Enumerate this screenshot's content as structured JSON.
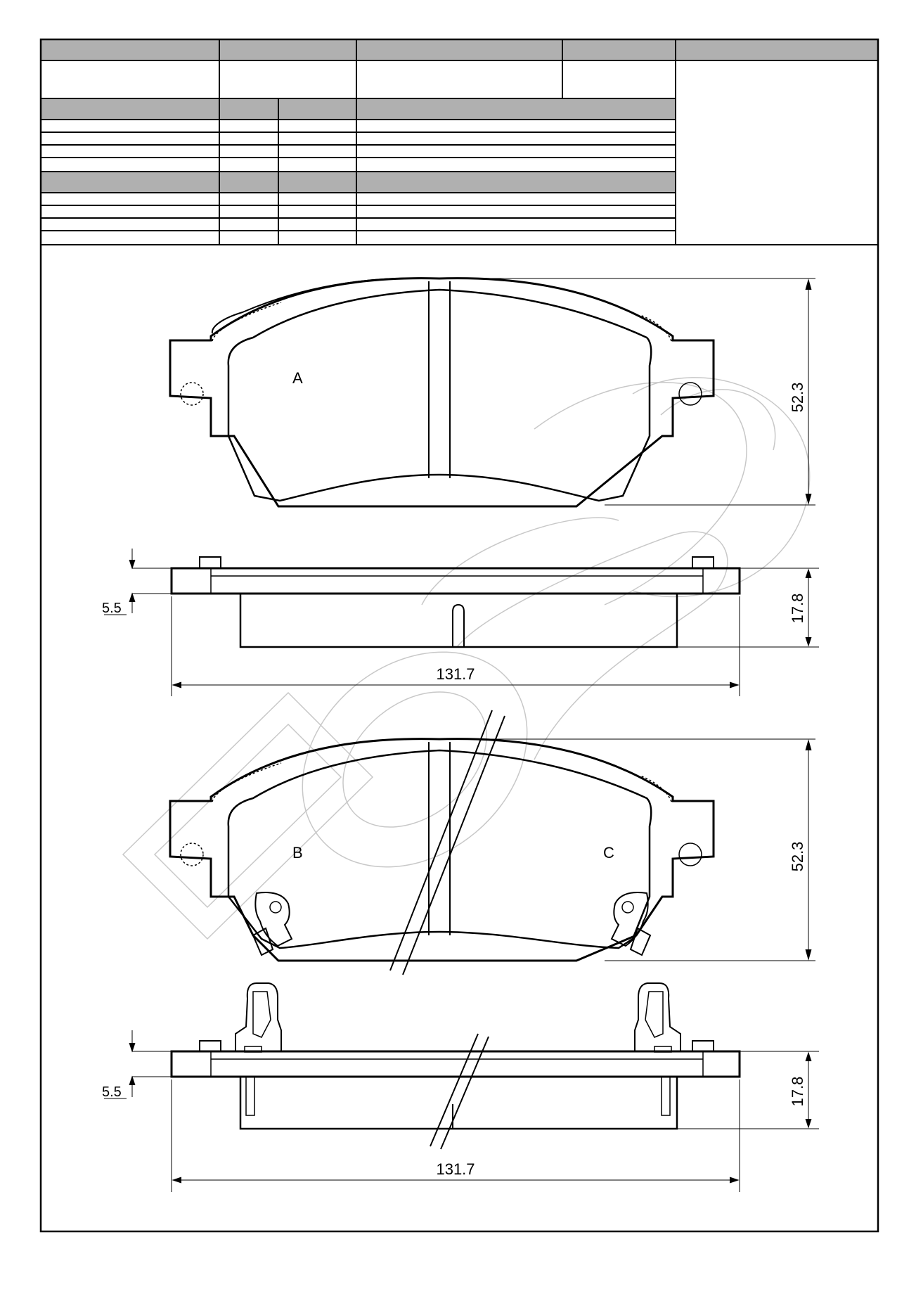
{
  "labels": {
    "pad_a": "A",
    "pad_b": "B",
    "pad_c": "C"
  },
  "dimensions": {
    "height_top": "52.3",
    "height_bottom": "52.3",
    "thickness_top": "17.8",
    "thickness_bottom": "17.8",
    "backplate_top": "5.5",
    "backplate_bottom": "5.5",
    "width_top": "131.7",
    "width_bottom": "131.7"
  },
  "colors": {
    "header_fill": "#b0b0b0",
    "line": "#000000",
    "watermark": "#c8c8c8"
  }
}
